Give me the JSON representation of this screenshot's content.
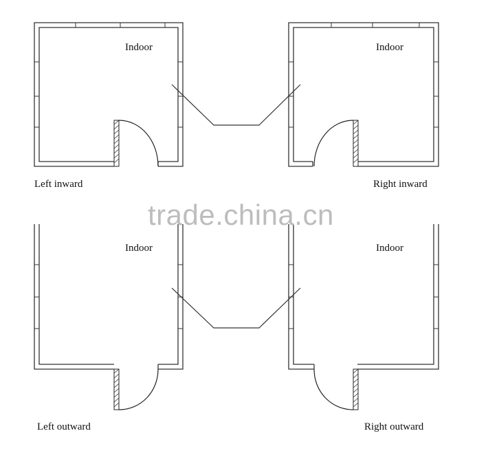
{
  "rooms": [
    {
      "indoor_label": "Indoor",
      "caption": "Left inward"
    },
    {
      "indoor_label": "Indoor",
      "caption": "Right inward"
    },
    {
      "indoor_label": "Indoor",
      "caption": "Left outward"
    },
    {
      "indoor_label": "Indoor",
      "caption": "Right outward"
    }
  ],
  "watermark": "trade.china.cn",
  "colors": {
    "line": "#333333",
    "watermark": "#bdbdbd",
    "background": "#ffffff"
  }
}
